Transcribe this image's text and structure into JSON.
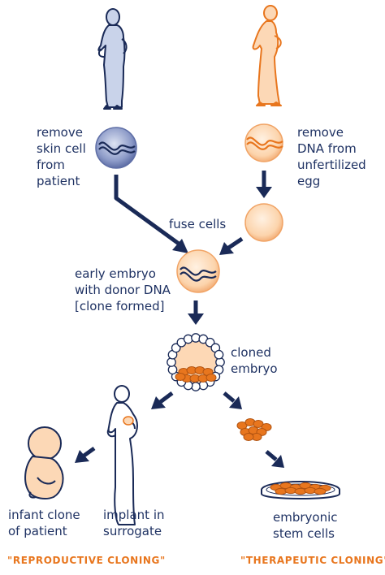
{
  "labels": {
    "remove_skin": "remove\nskin cell\nfrom\npatient",
    "remove_dna": "remove\nDNA from\nunfertilized\negg",
    "fuse_cells": "fuse cells",
    "early_embryo": "early embryo\nwith donor DNA\n[clone formed]",
    "cloned_embryo": "cloned\nembryo",
    "infant_clone": "infant clone\nof patient",
    "implant": "implant in\nsurrogate",
    "stem_cells": "embryonic\nstem cells"
  },
  "captions": {
    "reproductive": "\"REPRODUCTIVE CLONING\"",
    "therapeutic": "\"THERAPEUTIC CLONING\""
  },
  "colors": {
    "navy": "#1a2a57",
    "orange": "#e8761e",
    "peach": "#fdd8b5",
    "blue_cell": "#8a9ac8",
    "figure_fill": "#c9d3ea"
  }
}
